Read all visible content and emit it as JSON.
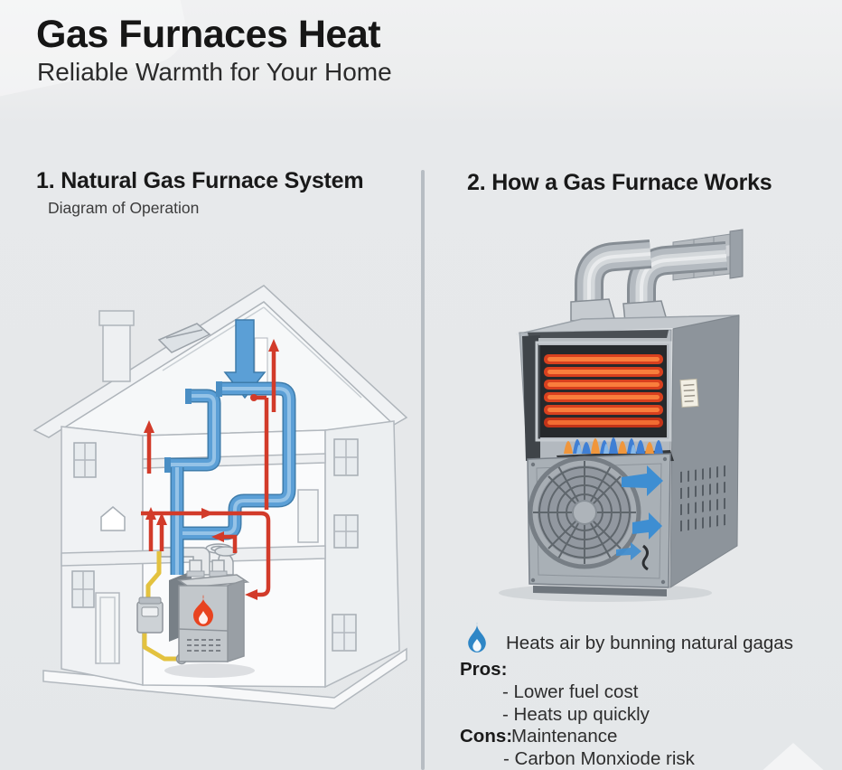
{
  "header": {
    "title": "Gas Furnaces Heat",
    "subtitle": "Reliable Warmth for Your Home"
  },
  "sections": {
    "left": {
      "heading": "1. Natural Gas Furnace System",
      "subheading": "Diagram of Operation"
    },
    "right": {
      "heading": "2. How a Gas Furnace Works",
      "feature_line": "Heats air by bunning natural gagas",
      "pros_label": "Pros:",
      "pros": [
        "- Lower fuel cost",
        "- Heats up quickly"
      ],
      "cons_label": "Cons:",
      "cons_inline": "Maintenance",
      "cons": [
        "- Carbon Monxiode risk"
      ]
    }
  },
  "icons": {
    "bullet": "flame-icon",
    "house_furnace": "furnace-flame-icon",
    "airflow": "blue-arrow-icons",
    "cold_return": "down-arrow-icon",
    "warm_supply": "red-arrow-icons"
  },
  "colors": {
    "background": "#e7e9eb",
    "accent_blue": "#2e86c6",
    "duct_blue": "#5b9fd6",
    "pipe_red": "#d23b2a",
    "gas_yellow": "#e3c23f",
    "flame_orange": "#e8431f",
    "metal_gray": "#9aa1a8",
    "divider_gray": "#b7bdc3",
    "text_dark": "#1a1a1a"
  }
}
